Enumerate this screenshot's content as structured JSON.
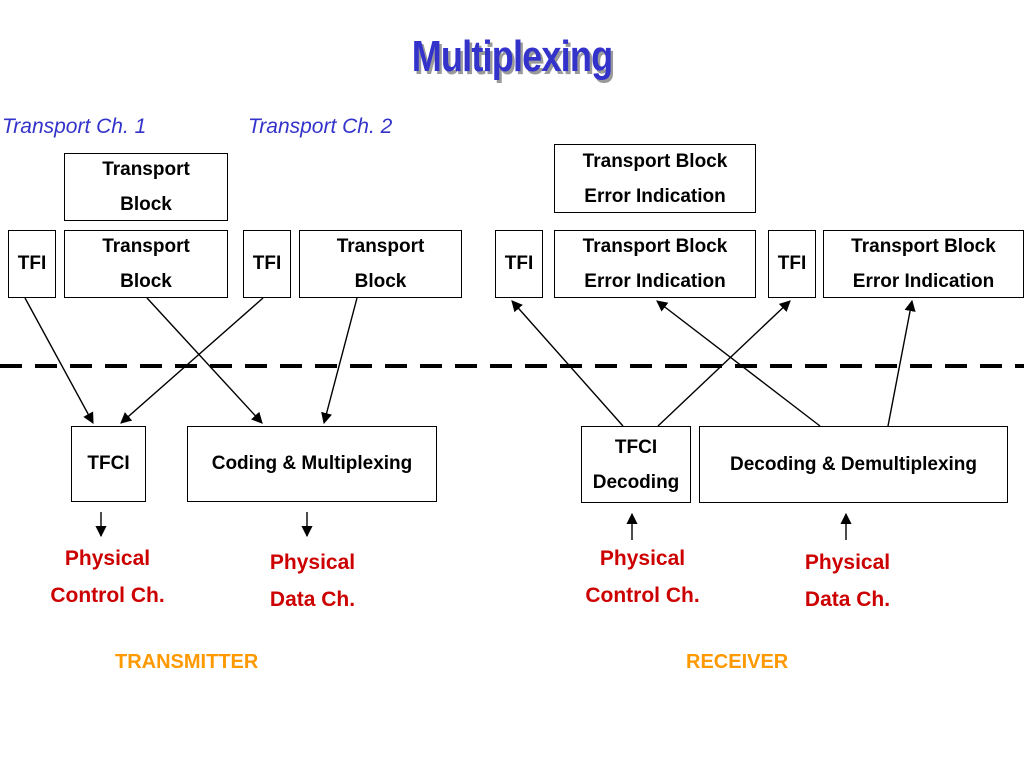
{
  "title": "Multiplexing",
  "channel_labels": {
    "ch1": "Transport Ch. 1",
    "ch2": "Transport Ch. 2"
  },
  "transmitter": {
    "top_block": [
      "Transport",
      "Block"
    ],
    "tfi_1": "TFI",
    "block_1": [
      "Transport",
      "Block"
    ],
    "tfi_2": "TFI",
    "block_2": [
      "Transport",
      "Block"
    ],
    "tfci": "TFCI",
    "coding": "Coding & Multiplexing",
    "phys_control": [
      "Physical",
      "Control Ch."
    ],
    "phys_data": [
      "Physical",
      "Data Ch."
    ],
    "label": "TRANSMITTER"
  },
  "receiver": {
    "top_block": [
      "Transport Block",
      "Error Indication"
    ],
    "tfi_1": "TFI",
    "block_1": [
      "Transport Block",
      "Error Indication"
    ],
    "tfi_2": "TFI",
    "block_2": [
      "Transport Block",
      "Error Indication"
    ],
    "tfci": [
      "TFCI",
      "Decoding"
    ],
    "decoding": "Decoding & Demultiplexing",
    "phys_control": [
      "Physical",
      "Control Ch."
    ],
    "phys_data": [
      "Physical",
      "Data Ch."
    ],
    "label": "RECEIVER"
  }
}
